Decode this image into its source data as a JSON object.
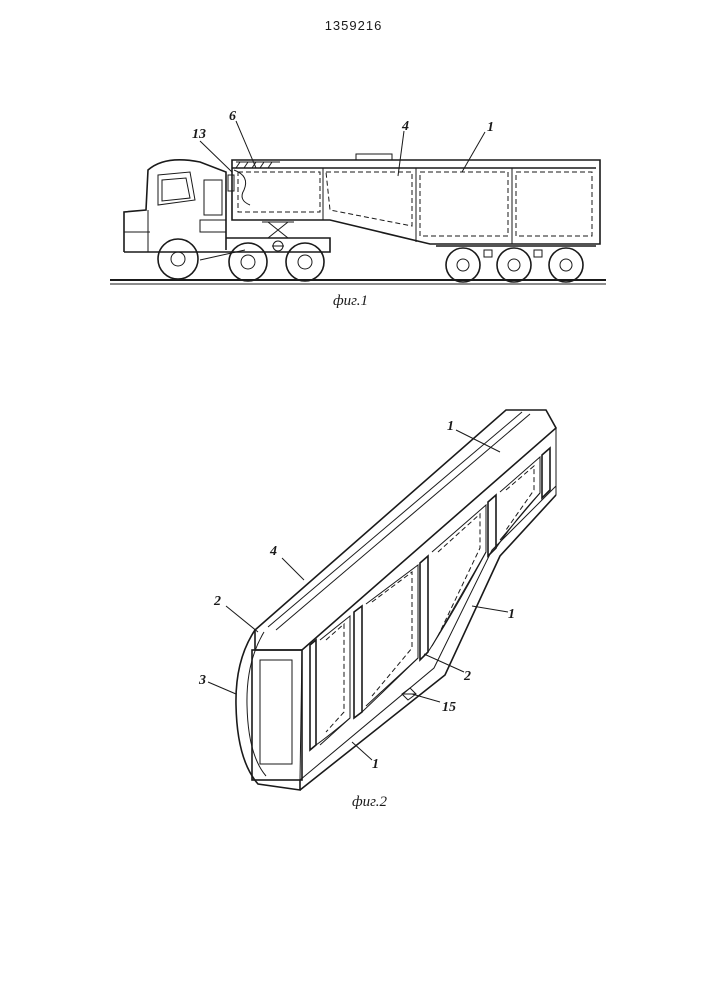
{
  "header": {
    "patent_number": "1359216"
  },
  "figure1": {
    "caption": "фиг.1",
    "labels": {
      "l13": "13",
      "l6": "6",
      "l4": "4",
      "l1": "1"
    }
  },
  "figure2": {
    "caption": "фиг.2",
    "labels": {
      "l1a": "1",
      "l1b": "1",
      "l1c": "1",
      "l2a": "2",
      "l2b": "2",
      "l3": "3",
      "l4": "4",
      "l15": "15"
    }
  }
}
